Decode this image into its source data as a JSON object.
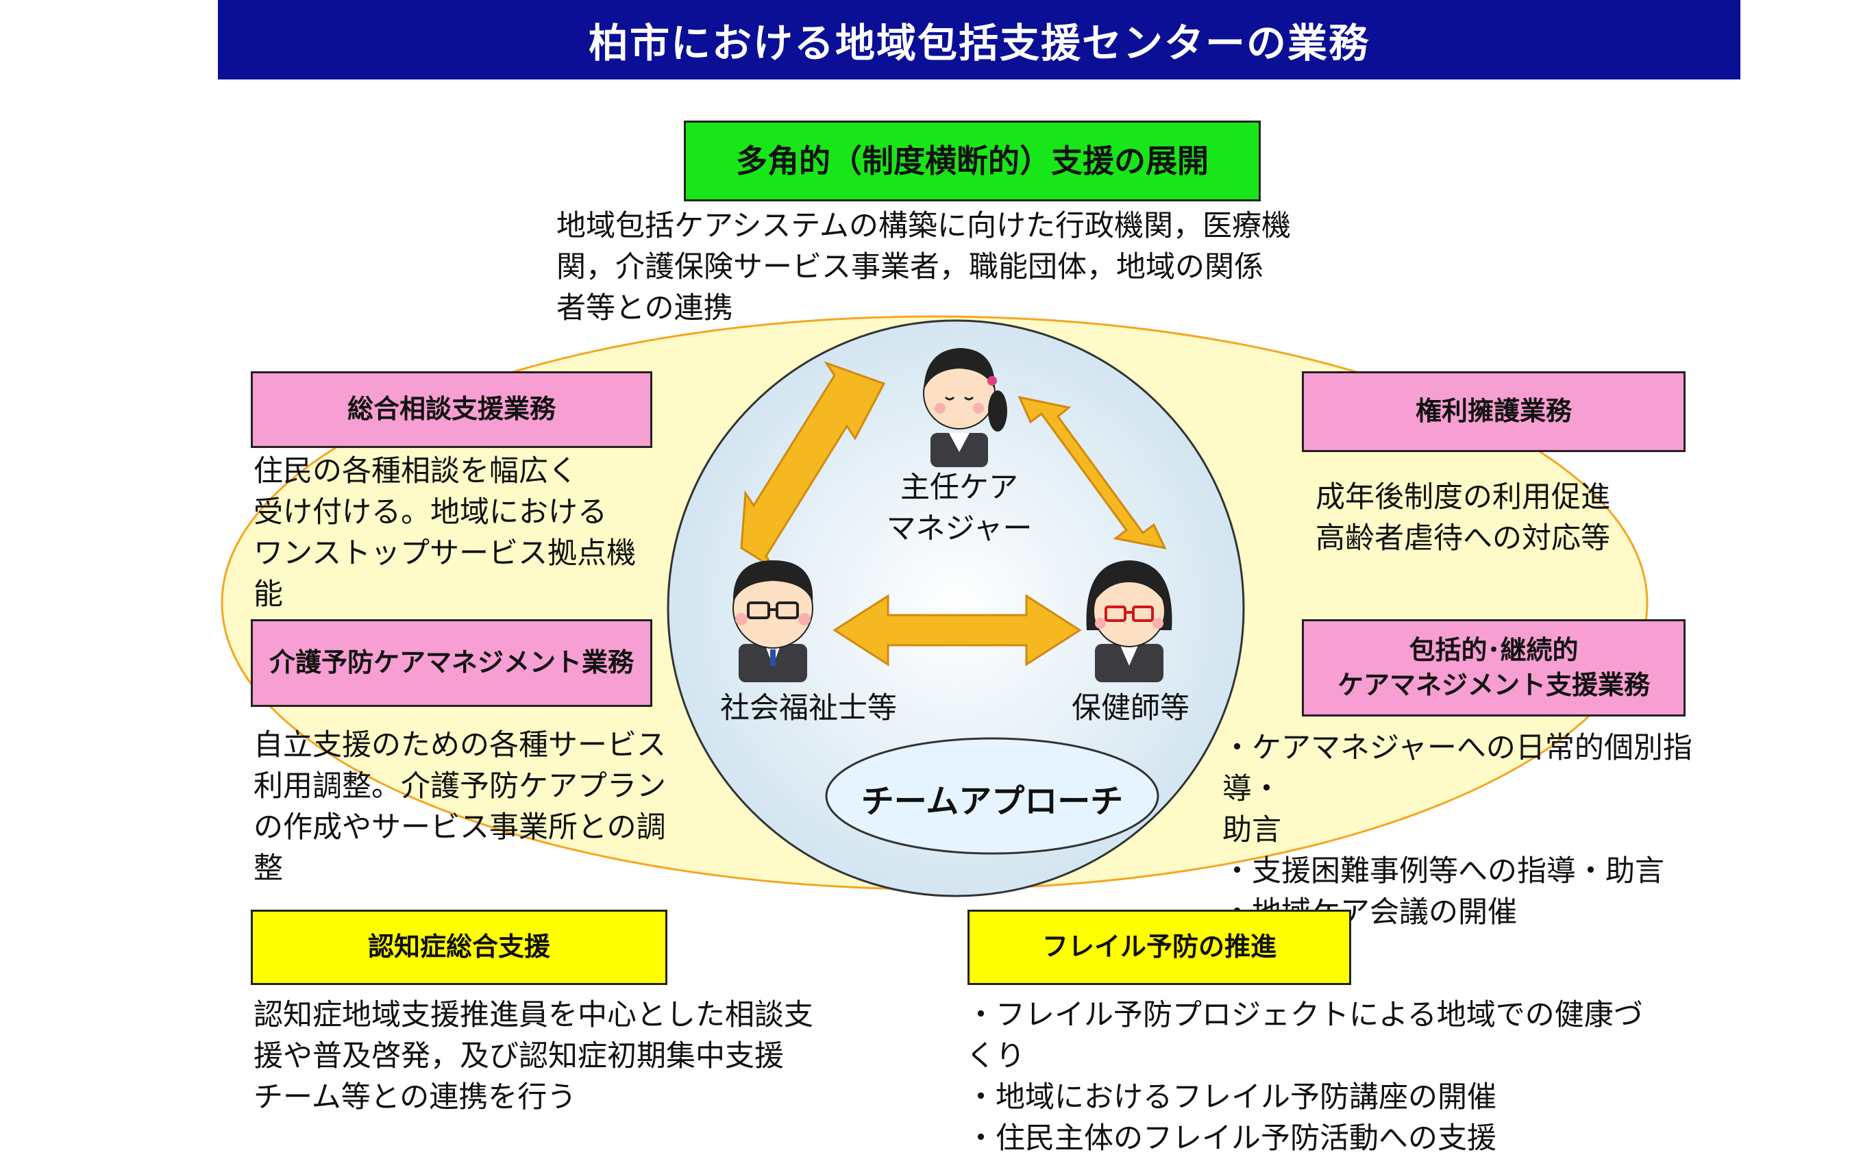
{
  "title": "柏市における地域包括支援センターの業務",
  "multi": {
    "heading": "多角的（制度横断的）支援の展開",
    "body": "地域包括ケアシステムの構築に向けた行政機関，医療機\n関，介護保険サービス事業者，職能団体，地域の関係\n者等との連携"
  },
  "consult": {
    "heading": "総合相談支援業務",
    "body": "住民の各種相談を幅広く\n受け付ける。地域における\nワンストップサービス拠点機\n能"
  },
  "prevention": {
    "heading": "介護予防ケアマネジメント業務",
    "body": "自立支援のための各種サービス\n利用調整。介護予防ケアプラン\nの作成やサービス事業所との調\n整"
  },
  "rights": {
    "heading": "権利擁護業務",
    "body": "成年後制度の利用促進\n高齢者虐待への対応等"
  },
  "continuous": {
    "heading": "包括的･継続的\nケアマネジメント支援業務",
    "body": "・ケアマネジャーへの日常的個別指導・\n助言\n・支援困難事例等への指導・助言\n・地域ケア会議の開催"
  },
  "dementia": {
    "heading": "認知症総合支援",
    "body": "認知症地域支援推進員を中心とした相談支\n援や普及啓発，及び認知症初期集中支援\nチーム等との連携を行う"
  },
  "frail": {
    "heading": "フレイル予防の推進",
    "body": "・フレイル予防プロジェクトによる地域での健康づくり\n・地域におけるフレイル予防講座の開催\n・住民主体のフレイル予防活動への支援"
  },
  "team": {
    "care_manager": "主任ケア\nマネジャー",
    "social_worker": "社会福祉士等",
    "nurse": "保健師等",
    "approach": "チームアプローチ"
  },
  "colors": {
    "title_bg": "#0a0f96",
    "green_box": "#19e619",
    "pink_box": "#f79ed3",
    "yellow_box": "#ffff00",
    "outer_ellipse": "#fffbc8",
    "circle": "#cfe3f0",
    "arrow": "#f5b820"
  }
}
